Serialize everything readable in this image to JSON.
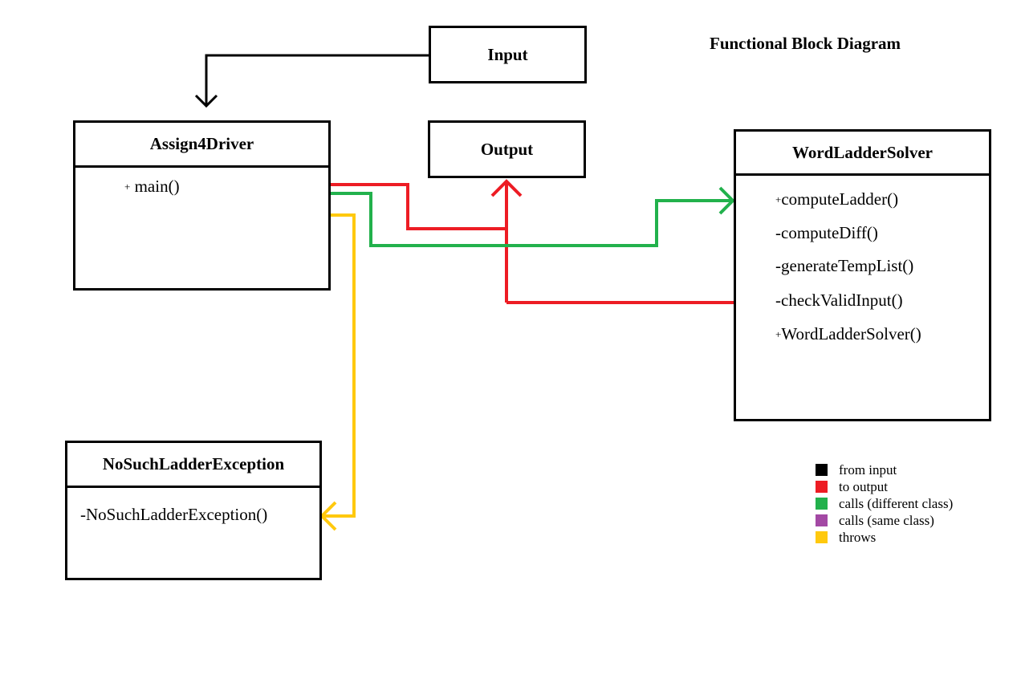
{
  "title": "Functional Block Diagram",
  "input_box": {
    "label": "Input"
  },
  "output_box": {
    "label": "Output"
  },
  "assign4driver": {
    "name": "Assign4Driver",
    "methods": [
      {
        "visibility": "+",
        "name": "main()"
      }
    ]
  },
  "wordladdersolver": {
    "name": "WordLadderSolver",
    "methods": [
      {
        "visibility": "+",
        "name": "computeLadder()"
      },
      {
        "visibility": "-",
        "name": "computeDiff()"
      },
      {
        "visibility": "-",
        "name": "generateTempList()"
      },
      {
        "visibility": "-",
        "name": "checkValidInput()"
      },
      {
        "visibility": "+",
        "name": "WordLadderSolver()"
      }
    ]
  },
  "nosuchladderexception": {
    "name": "NoSuchLadderException",
    "methods": [
      {
        "visibility": "-",
        "name": "NoSuchLadderException()"
      }
    ]
  },
  "legend": {
    "items": [
      {
        "color": "#000000",
        "label": "from input"
      },
      {
        "color": "#ed1c24",
        "label": "to output"
      },
      {
        "color": "#22b14c",
        "label": "calls (different class)"
      },
      {
        "color": "#a349a4",
        "label": "calls (same class)"
      },
      {
        "color": "#ffc90e",
        "label": "throws"
      }
    ]
  },
  "colors": {
    "black": "#000000",
    "red": "#ed1c24",
    "green": "#22b14c",
    "purple": "#a349a4",
    "yellow": "#ffc90e"
  }
}
